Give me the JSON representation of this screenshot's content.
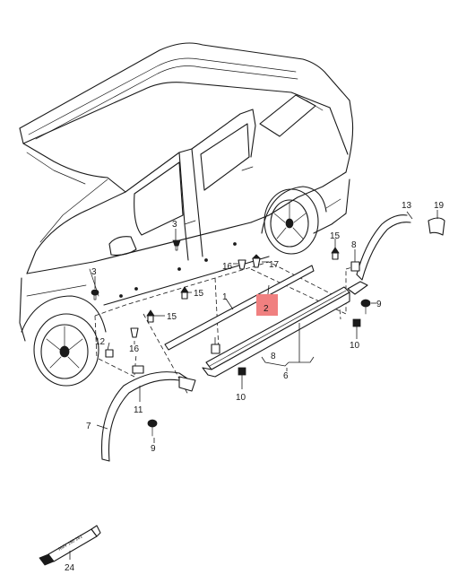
{
  "highlight_color": "#f08080",
  "callouts": {
    "c1": "1",
    "c2": "2",
    "c3a": "3",
    "c3b": "3",
    "c6": "6",
    "c7": "7",
    "c8a": "8",
    "c8b": "8",
    "c9a": "9",
    "c9b": "9",
    "c10a": "10",
    "c10b": "10",
    "c11": "11",
    "c12": "12",
    "c13": "13",
    "c15a": "15",
    "c15b": "15",
    "c15c": "15",
    "c16a": "16",
    "c16b": "16",
    "c17": "17",
    "c19": "19",
    "c24": "24"
  },
  "tube_label": "AMV 190 161"
}
